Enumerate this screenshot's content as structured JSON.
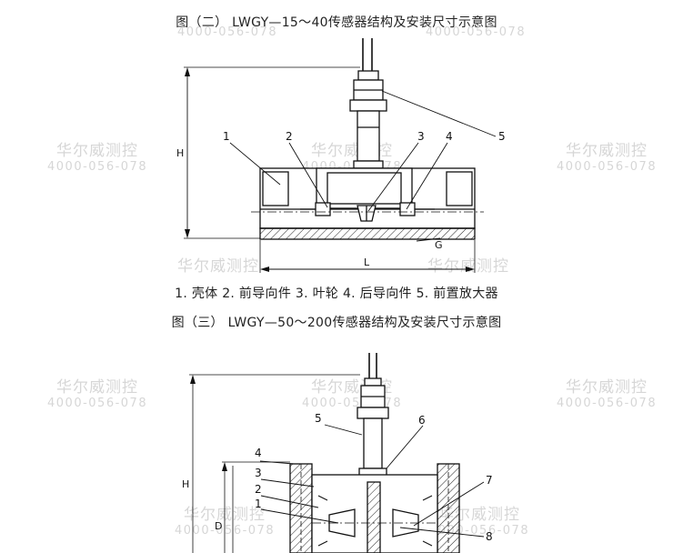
{
  "fig2": {
    "title": "图（二） LWGY—15～40传感器结构及安装尺寸示意图",
    "parts": "1. 壳体  2. 前导向件  3. 叶轮  4. 后导向件  5. 前置放大器",
    "labels": {
      "n1": "1",
      "n2": "2",
      "n3": "3",
      "n4": "4",
      "n5": "5",
      "H": "H",
      "L": "L",
      "G": "G"
    }
  },
  "fig3": {
    "title": "图（三） LWGY—50～200传感器结构及安装尺寸示意图",
    "labels": {
      "n1": "1",
      "n2": "2",
      "n3": "3",
      "n4": "4",
      "n5": "5",
      "n6": "6",
      "n7": "7",
      "n8": "8",
      "H": "H",
      "D": "D"
    }
  },
  "watermark": {
    "company": "华尔威测控",
    "phone": "4000-056-078"
  }
}
